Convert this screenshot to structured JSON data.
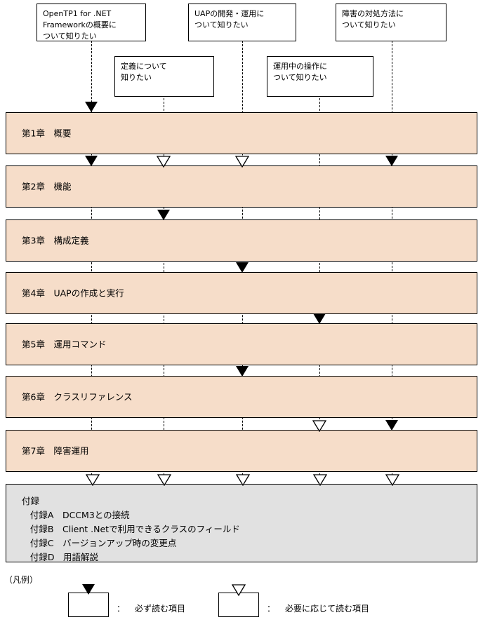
{
  "diagram": {
    "title_boxes": [
      {
        "id": "q-opentp1-overview",
        "text": "OpenTP1 for .NET\nFrameworkの概要に\nついて知りたい",
        "column": 1
      },
      {
        "id": "q-uap-dev-ops",
        "text": "UAPの開発・運用に\nついて知りたい",
        "column": 3
      },
      {
        "id": "q-failure-handling",
        "text": "障害の対処方法に\nついて知りたい",
        "column": 5
      },
      {
        "id": "q-definition",
        "text": "定義について\n知りたい",
        "column": 2
      },
      {
        "id": "q-runtime-ops",
        "text": "運用中の操作に\nついて知りたい",
        "column": 4
      }
    ],
    "chapters": [
      {
        "id": "ch1",
        "number": "第1章",
        "title": "概要",
        "label": "第1章　概要"
      },
      {
        "id": "ch2",
        "number": "第2章",
        "title": "機能",
        "label": "第2章　機能"
      },
      {
        "id": "ch3",
        "number": "第3章",
        "title": "構成定義",
        "label": "第3章　構成定義"
      },
      {
        "id": "ch4",
        "number": "第4章",
        "title": "UAPの作成と実行",
        "label": "第4章　UAPの作成と実行"
      },
      {
        "id": "ch5",
        "number": "第5章",
        "title": "運用コマンド",
        "label": "第5章　運用コマンド"
      },
      {
        "id": "ch6",
        "number": "第6章",
        "title": "クラスリファレンス",
        "label": "第6章　クラスリファレンス"
      },
      {
        "id": "ch7",
        "number": "第7章",
        "title": "障害運用",
        "label": "第7章　障害運用"
      }
    ],
    "appendix": {
      "id": "appendix",
      "heading": "付録",
      "items": [
        "付録A　DCCM3との接続",
        "付録B　Client .Netで利用できるクラスのフィールド",
        "付録C　バージョンアップ時の変更点",
        "付録D　用語解説"
      ],
      "label": "付録\n   付録A　DCCM3との接続\n   付録B　Client .Netで利用できるクラスのフィールド\n   付録C　バージョンアップ時の変更点\n   付録D　用語解説"
    },
    "markers": {
      "ch1": {
        "1": "filled",
        "2": "none",
        "3": "none",
        "4": "none",
        "5": "none"
      },
      "ch2": {
        "1": "filled",
        "2": "hollow",
        "3": "hollow",
        "4": "none",
        "5": "filled"
      },
      "ch3": {
        "1": "none",
        "2": "filled",
        "3": "none",
        "4": "none",
        "5": "none"
      },
      "ch4": {
        "1": "none",
        "2": "none",
        "3": "filled",
        "4": "none",
        "5": "none"
      },
      "ch5": {
        "1": "none",
        "2": "none",
        "3": "none",
        "4": "filled",
        "5": "none"
      },
      "ch6": {
        "1": "none",
        "2": "none",
        "3": "filled",
        "4": "none",
        "5": "none"
      },
      "ch7": {
        "1": "none",
        "2": "none",
        "3": "none",
        "4": "hollow",
        "5": "filled"
      },
      "appendix": {
        "1": "hollow",
        "2": "hollow",
        "3": "hollow",
        "4": "hollow",
        "5": "hollow"
      }
    },
    "legend": {
      "title": "（凡例）",
      "colon": "：",
      "entries": [
        {
          "id": "legend-must-read",
          "marker": "filled",
          "text": "必ず読む項目"
        },
        {
          "id": "legend-optional-read",
          "marker": "hollow",
          "text": "必要に応じて読む項目"
        }
      ]
    },
    "colors": {
      "chapter_fill": "#F6DDC9",
      "appendix_fill": "#E1E1E1",
      "line": "#000000",
      "page_background": "#FFFFFF"
    }
  }
}
